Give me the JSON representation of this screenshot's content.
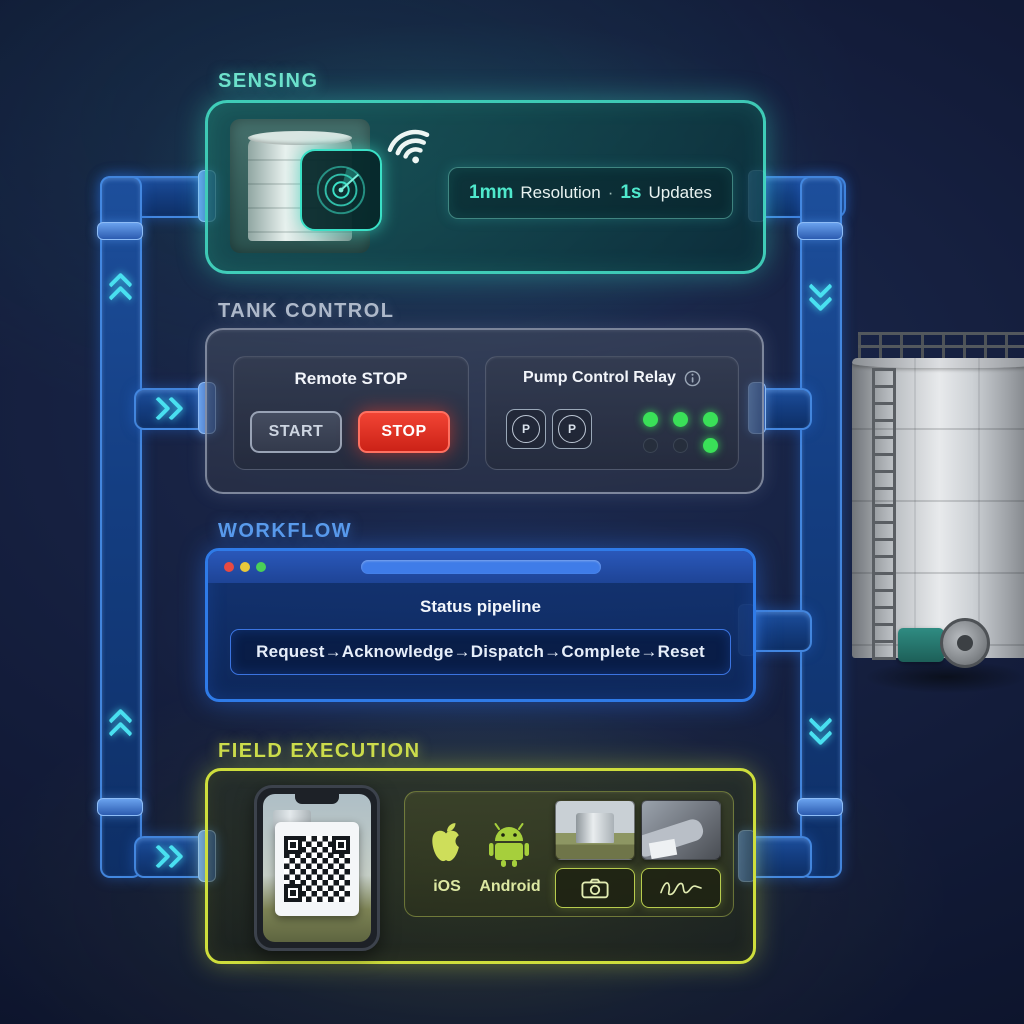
{
  "sensing": {
    "label": "SENSING",
    "badge": {
      "value1": "1mm",
      "label1": "Resolution",
      "separator": "·",
      "value2": "1s",
      "label2": "Updates"
    }
  },
  "tank_control": {
    "label": "TANK CONTROL",
    "remote_stop": {
      "title": "Remote STOP",
      "start_label": "START",
      "stop_label": "STOP"
    },
    "pump_relay": {
      "title": "Pump Control Relay",
      "pump_label": "P",
      "indicators": [
        "on",
        "on",
        "on",
        "off",
        "off",
        "on"
      ]
    }
  },
  "workflow": {
    "label": "WORKFLOW",
    "window_title": "Status pipeline",
    "pipeline_steps": [
      "Request",
      "Acknowledge",
      "Dispatch",
      "Complete",
      "Reset"
    ],
    "arrow": "→"
  },
  "field_execution": {
    "label": "FIELD EXECUTION",
    "ios_label": "iOS",
    "android_label": "Android"
  },
  "colors": {
    "sensing_accent": "#4fe8cc",
    "control_accent": "#aeb9ca",
    "workflow_accent": "#5b9cec",
    "field_accent": "#cede3c",
    "stop_red": "#e03026",
    "start_gray": "#99a3b5",
    "indicator_green": "#3ae058",
    "indicator_off": "#262e3c",
    "pipe_blue": "#2f6fd0",
    "arrow_cyan": "#49e0f0",
    "traffic_red": "#e84a42",
    "traffic_yellow": "#e8c83a",
    "traffic_green": "#4ad058"
  },
  "icons": {
    "radar-icon": "concentric-circles-with-sweep",
    "wifi-icon": "signal-arcs",
    "info-icon": "circled-i",
    "pump-icon": "circle-P",
    "apple-icon": "apple-logo",
    "android-icon": "android-robot",
    "camera-icon": "camera-outline",
    "signature-icon": "handwritten-scribble",
    "qr-code-icon": "qr-grid"
  }
}
